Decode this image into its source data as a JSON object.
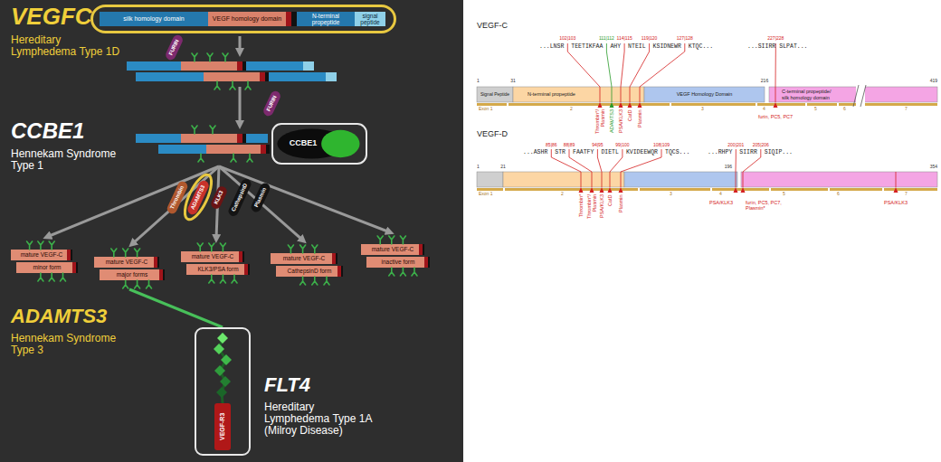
{
  "diagram": {
    "nodes": [
      {
        "text": [
          "silk homology domain",
          "VEGF homology domain",
          "N-terminal propeptide",
          "signal peptide"
        ]
      },
      {
        "text": [
          "FURIN"
        ]
      },
      {
        "text": [
          "FURIN"
        ]
      },
      {
        "text": [
          "CCBE1"
        ]
      },
      {
        "text": [
          "Thrombin"
        ]
      },
      {
        "text": [
          "ADAMTS3"
        ]
      },
      {
        "text": [
          "KLK3"
        ]
      },
      {
        "text": [
          "CathepsinD"
        ]
      },
      {
        "text": [
          "Plasmin"
        ]
      },
      {
        "text": [
          "mature VEGF-C",
          "minor form"
        ]
      },
      {
        "text": [
          "mature VEGF-C",
          "major forms"
        ]
      },
      {
        "text": [
          "mature VEGF-C",
          "KLK3/PSA form"
        ]
      },
      {
        "text": [
          "mature VEGF-C",
          "CathepsinD form"
        ]
      },
      {
        "text": [
          "mature VEGF-C",
          "inactive form"
        ]
      },
      {
        "text": [
          "VEGF-R3"
        ]
      },
      {
        "text": [
          "Signal Peptide"
        ]
      },
      {
        "text": [
          "N-terminal propeptide"
        ]
      },
      {
        "text": [
          "VEGF Homology Domain"
        ]
      },
      {
        "text": [
          "C-terminal propeptide/ silk homology domain"
        ]
      }
    ],
    "edges": [
      {
        "from": 10,
        "to": 14,
        "arrow": "none"
      }
    ],
    "labels": [
      "VEGFC",
      "Hereditary Lymphedema Type 1D",
      "CCBE1",
      "Hennekam Syndrome Type 1",
      "ADAMTS3",
      "Hennekam Syndrome Type 3",
      "FLT4",
      "Hereditary Lymphedema Type 1A (Milroy Disease)",
      "VEGF-C",
      "102|103",
      "111|112",
      "114|115",
      "119|120",
      "127|128",
      "227|228",
      "...LNSR",
      "TEETIKFAA",
      "AHY",
      "NTEIL",
      "KSIDNEWR",
      "KTQC...",
      "...SIIRR",
      "SLPAT...",
      "1",
      "31",
      "216",
      "419",
      "Exon 1",
      "2",
      "3",
      "4",
      "5",
      "6",
      "7",
      "Thrombin*/ Plasmin",
      "ADAMTS3",
      "PSA/KLK3",
      "CatD",
      "Plasmin",
      "furin, PC5, PC7",
      "VEGF-D",
      "85|86",
      "88|89",
      "94|95",
      "99|100",
      "108|109",
      "200|201",
      "205|206",
      "...ASHR",
      "STR",
      "FAATFY",
      "DIETL",
      "KVIDEEWQR",
      "TQCS...",
      "...RHPY",
      "SIIRR",
      "SIQIP...",
      "1",
      "21",
      "196",
      "354",
      "Exon 1",
      "2",
      "3",
      "4",
      "5",
      "6",
      "7",
      "Thrombin*",
      "Thrombin*/ Plasmin",
      "PSA/KLK3",
      "CatD",
      "Plasmin",
      "PSA/KLK3",
      "furin, PC5, PC7, Plasmin*",
      "PSA/KLK3"
    ]
  }
}
